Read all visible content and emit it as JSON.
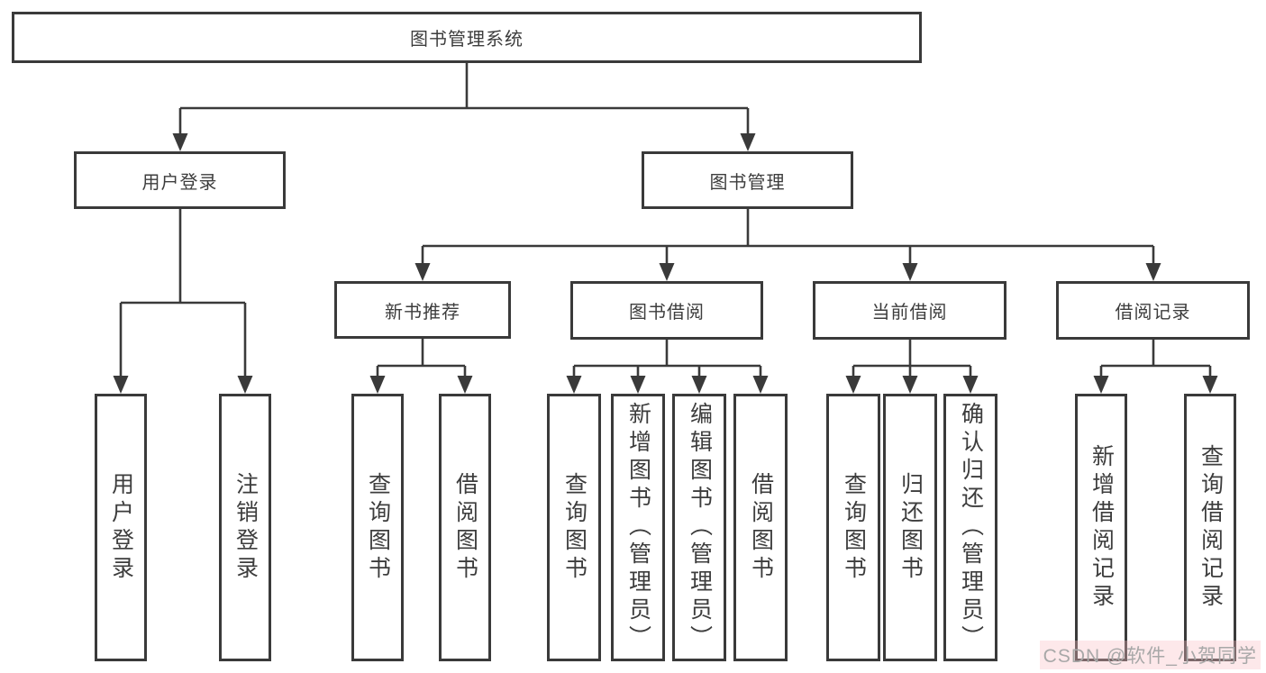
{
  "title": "图书管理系统",
  "colors": {
    "line": "#3a3a3a",
    "box_border": "#3a3a3a",
    "text": "#3d3d3d",
    "background": "#ffffff",
    "watermark_text": "#a8a8a8",
    "watermark_background": "#fadfe1"
  },
  "tree": {
    "label": "图书管理系统",
    "children": [
      {
        "label": "用户登录",
        "children": [
          {
            "label": "用户登录"
          },
          {
            "label": "注销登录"
          }
        ]
      },
      {
        "label": "图书管理",
        "children": [
          {
            "label": "新书推荐",
            "children": [
              {
                "label": "查询图书"
              },
              {
                "label": "借阅图书"
              }
            ]
          },
          {
            "label": "图书借阅",
            "children": [
              {
                "label": "查询图书"
              },
              {
                "label": "新增图书（管理员）"
              },
              {
                "label": "编辑图书（管理员）"
              },
              {
                "label": "借阅图书"
              }
            ]
          },
          {
            "label": "当前借阅",
            "children": [
              {
                "label": "查询图书"
              },
              {
                "label": "归还图书"
              },
              {
                "label": "确认归还（管理员）"
              }
            ]
          },
          {
            "label": "借阅记录",
            "children": [
              {
                "label": "新增借阅记录"
              },
              {
                "label": "查询借阅记录"
              }
            ]
          }
        ]
      }
    ]
  },
  "watermark": {
    "text": "CSDN @软件_小贺同学"
  }
}
